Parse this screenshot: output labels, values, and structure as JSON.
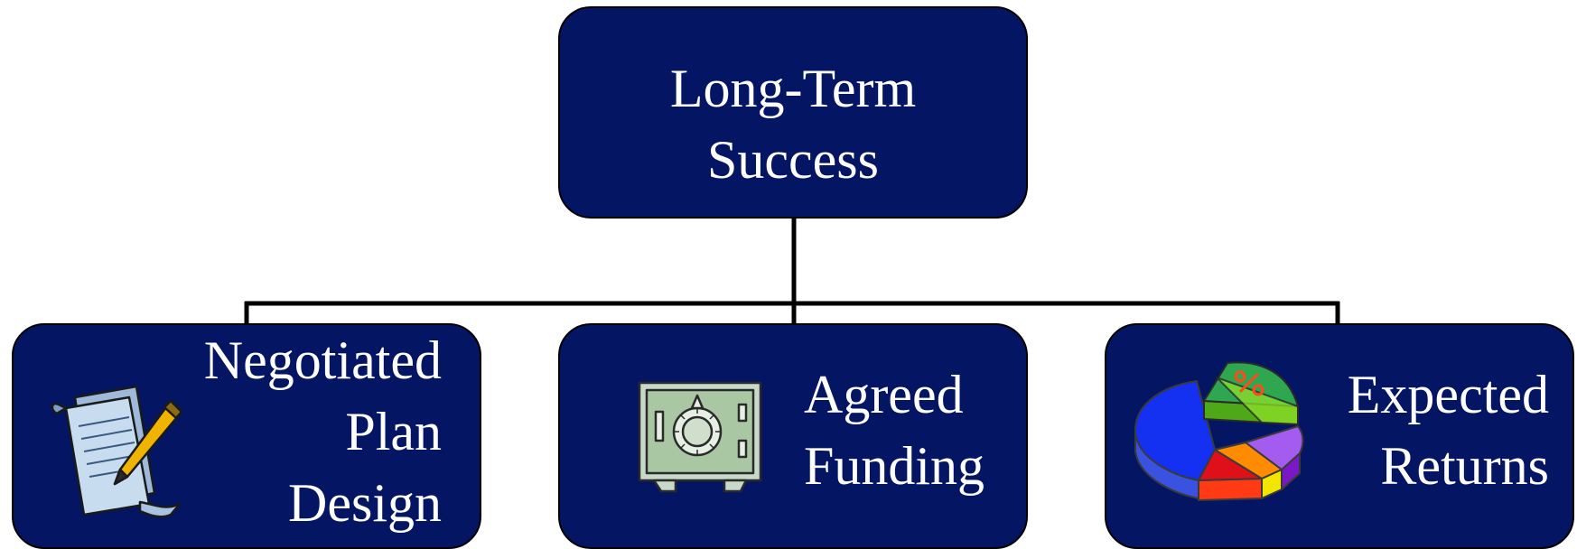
{
  "colors": {
    "box_fill": "#041563",
    "box_border": "#000000",
    "text": "#ffffff",
    "connector": "#000000"
  },
  "top_node": {
    "lines": [
      "Long-Term",
      "Success"
    ]
  },
  "children": [
    {
      "lines": [
        "Negotiated",
        "Plan",
        "Design"
      ],
      "icon": "document-pen-icon"
    },
    {
      "lines": [
        "Agreed",
        "Funding"
      ],
      "icon": "safe-icon"
    },
    {
      "lines": [
        "Expected",
        "Returns"
      ],
      "icon": "pie-chart-icon"
    }
  ]
}
